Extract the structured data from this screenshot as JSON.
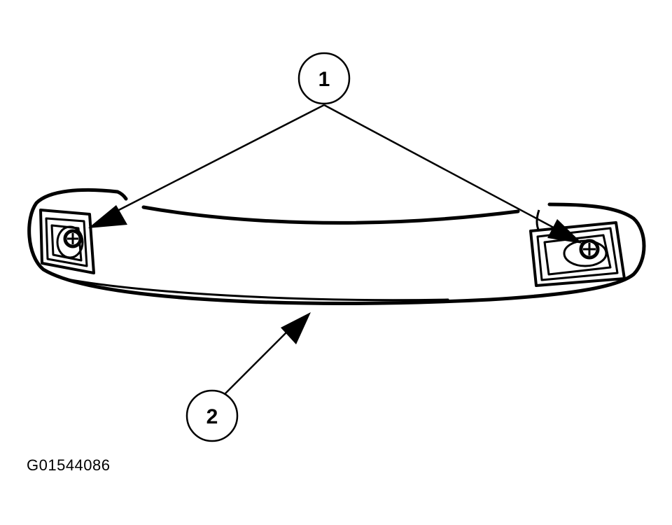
{
  "callouts": [
    {
      "number": "1"
    },
    {
      "number": "2"
    }
  ],
  "figure_id": "G01544086",
  "colors": {
    "ink": "#000000",
    "paper": "#ffffff"
  },
  "icons": [
    "screw-head-icon",
    "callout-arrow-icon"
  ]
}
